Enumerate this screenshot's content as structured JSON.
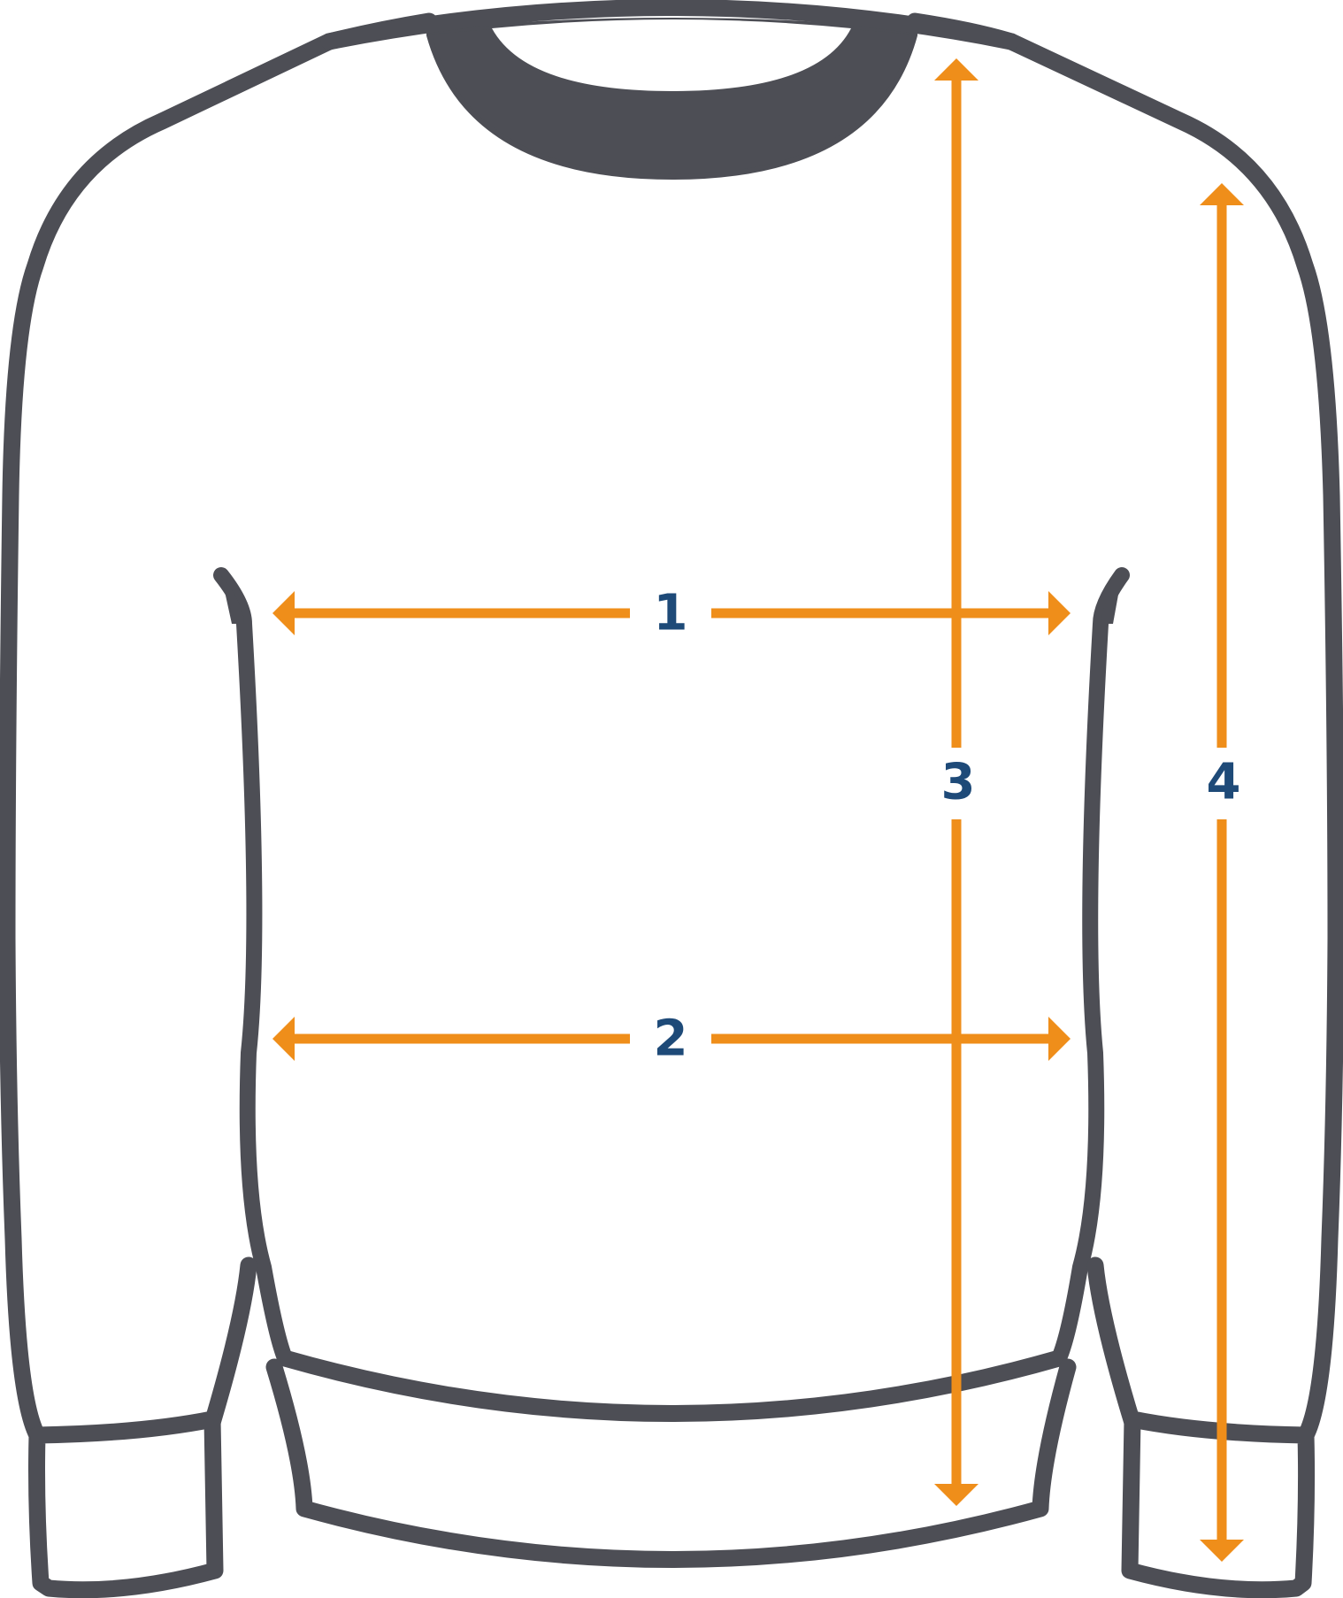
{
  "colors": {
    "outline": "#4d4e55",
    "accent": "#ef8e1a",
    "label": "#1e4a78",
    "background": "#ffffff"
  },
  "measurements": [
    {
      "id": "1",
      "label": "1",
      "orientation": "horizontal"
    },
    {
      "id": "2",
      "label": "2",
      "orientation": "horizontal"
    },
    {
      "id": "3",
      "label": "3",
      "orientation": "vertical"
    },
    {
      "id": "4",
      "label": "4",
      "orientation": "vertical"
    }
  ]
}
